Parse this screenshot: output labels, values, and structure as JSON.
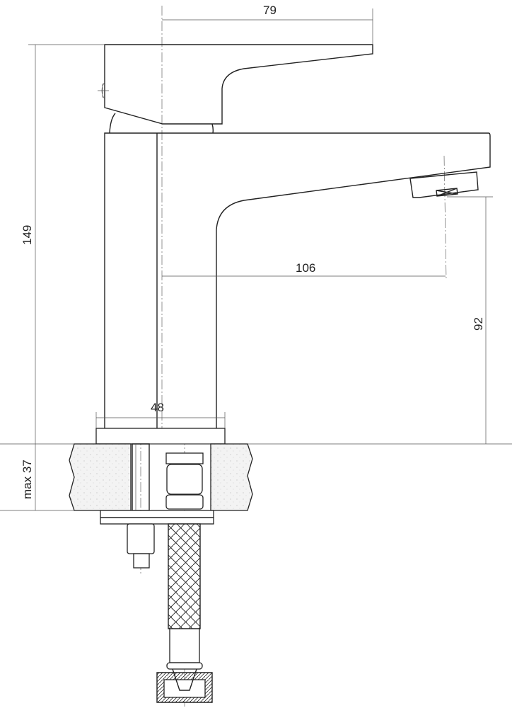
{
  "title": "Faucet technical dimension drawing",
  "dimensions": {
    "handle_reach": "79",
    "total_height": "149",
    "spout_reach": "106",
    "spout_height": "92",
    "base_diameter": "48",
    "max_counter_thickness": "max 37"
  },
  "colors": {
    "line": "#222222",
    "counter_fill": "#eeeeee"
  }
}
